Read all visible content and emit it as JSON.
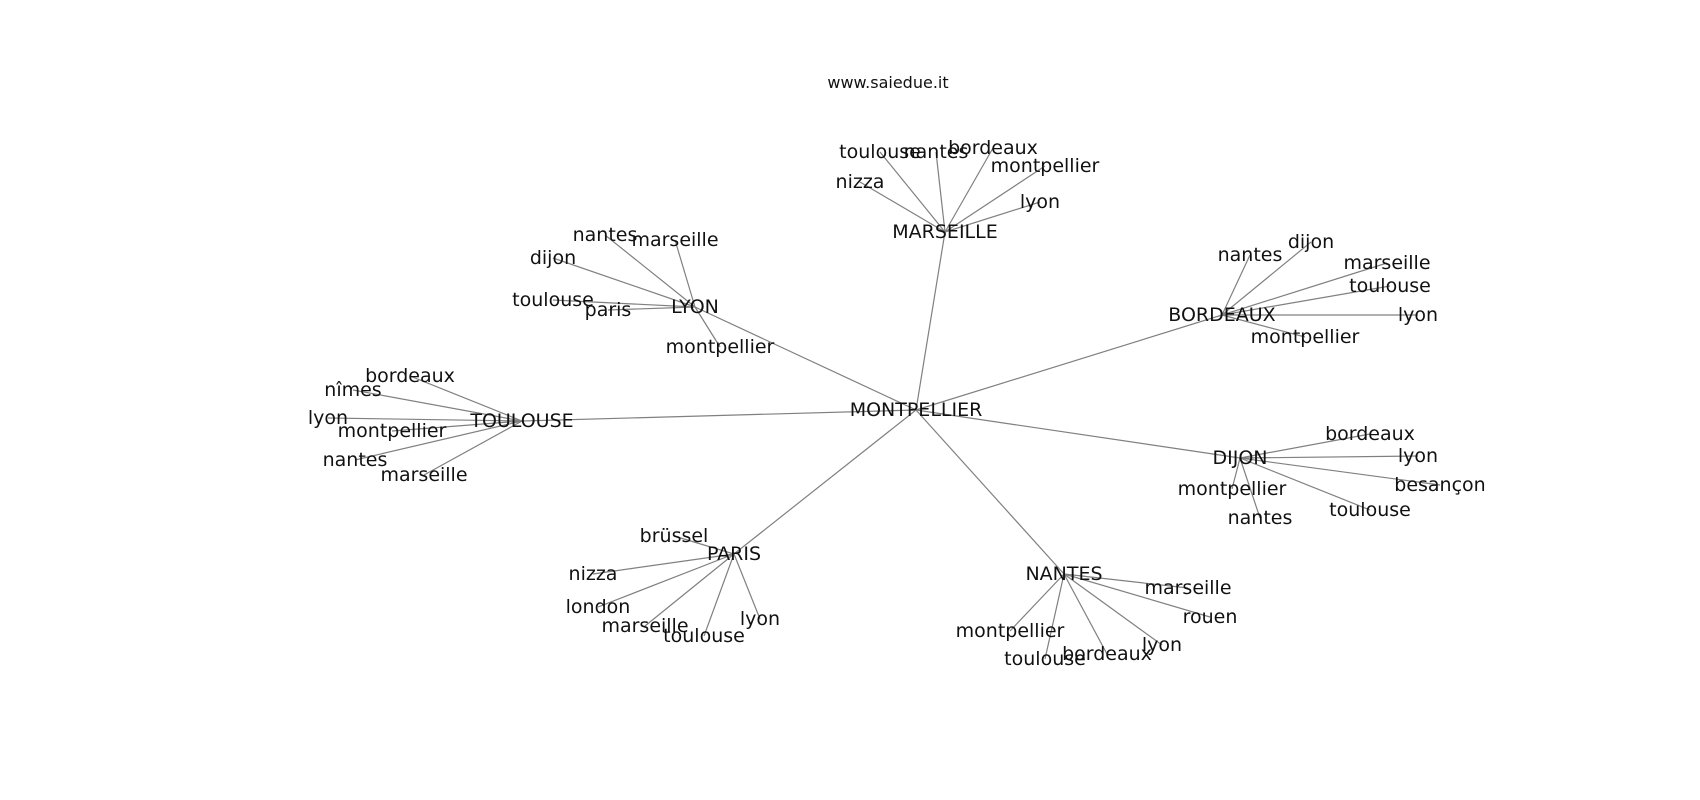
{
  "header": {
    "site": "www.saiedue.it"
  },
  "graph": {
    "center": "MONTPELLIER",
    "hubs": [
      {
        "id": "MARSEILLE",
        "label": "MARSEILLE",
        "leaves": [
          "toulouse",
          "nantes",
          "bordeaux",
          "montpellier",
          "nizza",
          "lyon"
        ]
      },
      {
        "id": "LYON",
        "label": "LYON",
        "leaves": [
          "nantes",
          "marseille",
          "dijon",
          "toulouse",
          "paris",
          "montpellier"
        ]
      },
      {
        "id": "BORDEAUX",
        "label": "BORDEAUX",
        "leaves": [
          "nantes",
          "dijon",
          "marseille",
          "toulouse",
          "lyon",
          "montpellier"
        ]
      },
      {
        "id": "TOULOUSE",
        "label": "TOULOUSE",
        "leaves": [
          "bordeaux",
          "nîmes",
          "lyon",
          "montpellier",
          "nantes",
          "marseille"
        ]
      },
      {
        "id": "DIJON",
        "label": "DIJON",
        "leaves": [
          "bordeaux",
          "lyon",
          "besançon",
          "montpellier",
          "toulouse",
          "nantes"
        ]
      },
      {
        "id": "PARIS",
        "label": "PARIS",
        "leaves": [
          "brüssel",
          "nizza",
          "london",
          "marseille",
          "toulouse",
          "lyon"
        ]
      },
      {
        "id": "NANTES",
        "label": "NANTES",
        "leaves": [
          "marseille",
          "rouen",
          "montpellier",
          "lyon",
          "toulouse",
          "bordeaux"
        ]
      }
    ]
  }
}
